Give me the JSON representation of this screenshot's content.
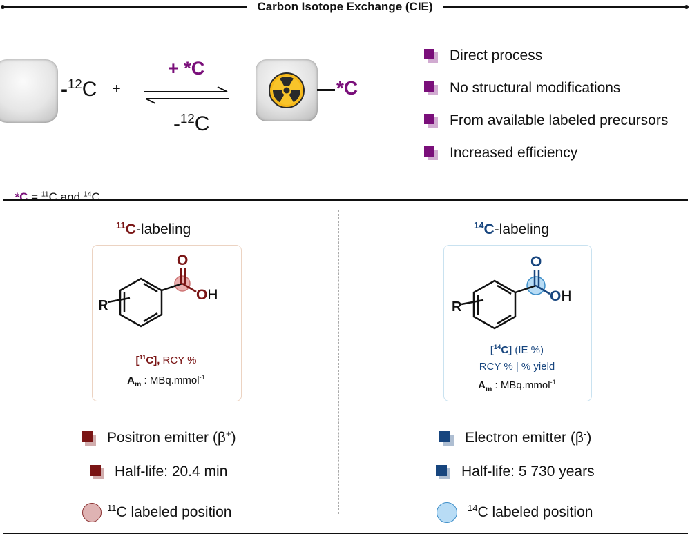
{
  "title": "Carbon Isotope Exchange (CIE)",
  "reaction": {
    "reactant_suffix_pre": "-",
    "reactant_mass": "12",
    "reactant_element": "C",
    "plus": "+",
    "arrow_top": "+ *C",
    "arrow_bottom_pre": "-",
    "arrow_bottom_mass": "12",
    "arrow_bottom_element": "C",
    "product_suffix": "*C",
    "definition_lhs": "*C",
    "definition_eq": " = ",
    "definition_m1": "11",
    "definition_c1": "C and ",
    "definition_m2": "14",
    "definition_c2": "C"
  },
  "features": [
    "Direct process",
    "No structural modifications",
    "From available labeled precursors",
    "Increased efficiency"
  ],
  "left_panel": {
    "heading_mass": "11",
    "heading_element": "C",
    "heading_rest": "-labeling",
    "mol_R": "R",
    "mol_O": "O",
    "mol_O2": "O",
    "mol_H": "H",
    "line1_open": "[",
    "line1_mass": "11",
    "line1_close": "C],",
    "line1_rest": " RCY %",
    "am_label": "A",
    "am_sub": "m",
    "am_rest": " : MBq.mmol",
    "am_sup": "-1",
    "legend": [
      {
        "text": "Positron emitter (β",
        "sup": "+",
        "tail": ")"
      },
      {
        "text": "Half-life: 20.4 min"
      },
      {
        "mass": "11",
        "text": "C labeled position"
      }
    ]
  },
  "right_panel": {
    "heading_mass": "14",
    "heading_element": "C",
    "heading_rest": "-labeling",
    "mol_R": "R",
    "mol_O": "O",
    "mol_O2": "O",
    "mol_H": "H",
    "line1_open": "[",
    "line1_mass": "14",
    "line1_close": "C]",
    "line1_rest": " (IE %)",
    "line2": "RCY % | % yield",
    "am_label": "A",
    "am_sub": "m",
    "am_rest": " : MBq.mmol",
    "am_sup": "-1",
    "legend": [
      {
        "text": "Electron emitter (β",
        "sup": "-",
        "tail": ")"
      },
      {
        "text": "Half-life: 5 730 years"
      },
      {
        "mass": "14",
        "text": "C labeled position"
      }
    ]
  },
  "colors": {
    "purple": "#7a0f7a",
    "maroon": "#7a1515",
    "navy": "#17457e",
    "light_red": "#e8b4b4",
    "light_blue": "#b8dcf5"
  },
  "icons": [
    "radioactive-icon",
    "equilibrium-arrow-icon"
  ]
}
